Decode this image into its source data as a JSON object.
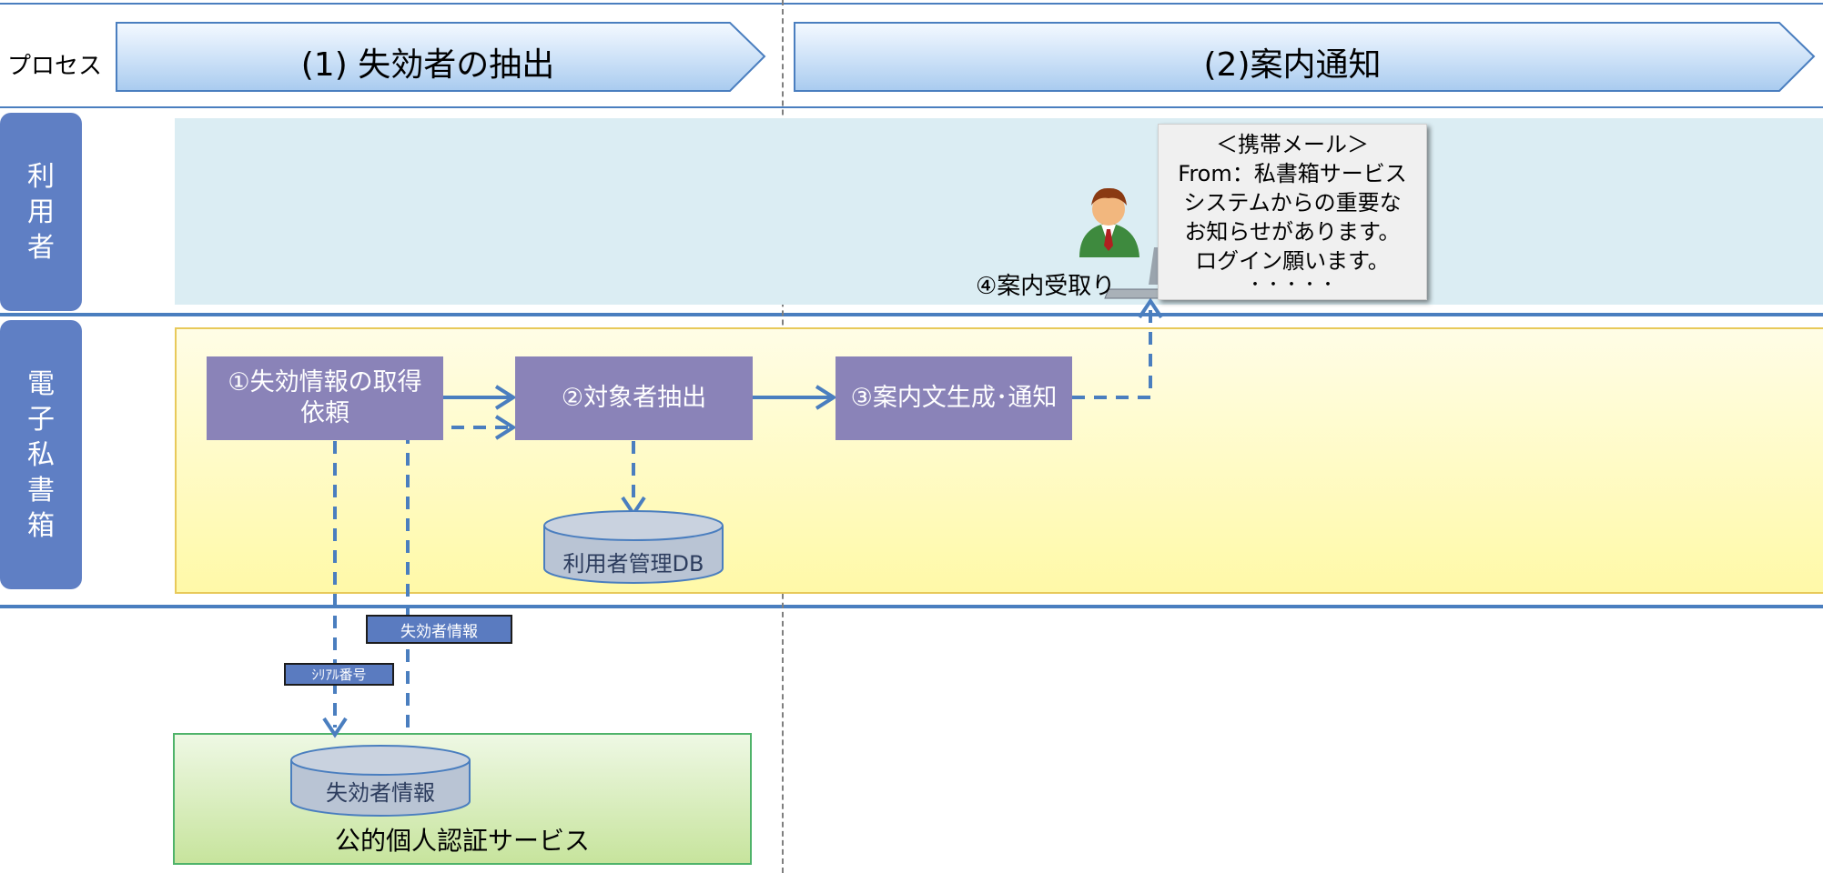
{
  "process": {
    "row_label": "プロセス",
    "phase1": "(1) 失効者の抽出",
    "phase2": "(2)案内通知"
  },
  "lanes": {
    "user": [
      "利",
      "用",
      "者"
    ],
    "system": [
      "電",
      "子",
      "私",
      "書",
      "箱"
    ]
  },
  "steps": {
    "step1_line1": "①失効情報の取得",
    "step1_line2": "依頼",
    "step2": "②対象者抽出",
    "step3": "③案内文生成･通知",
    "step4": "④案内受取り"
  },
  "databases": {
    "user_db": "利用者管理DB",
    "revoked_db": "失効者情報"
  },
  "tags": {
    "revoked_info": "失効者情報",
    "serial_no": "ｼﾘｱﾙ番号"
  },
  "external_service": "公的個人認証サービス",
  "mail": {
    "lines": [
      "＜携帯メール＞",
      "From：私書箱サービス",
      "システムからの重要な",
      "お知らせがあります。",
      "ログイン願います。",
      "・・・・・"
    ]
  },
  "colors": {
    "line_blue": "#4a7ebf",
    "step_box": "#8a83b8",
    "lane_tab": "#5f7fc4",
    "user_lane_bg": "#dbedf3",
    "system_lane_bg": "#fff9a8",
    "external_bg": "#c7e49d"
  }
}
